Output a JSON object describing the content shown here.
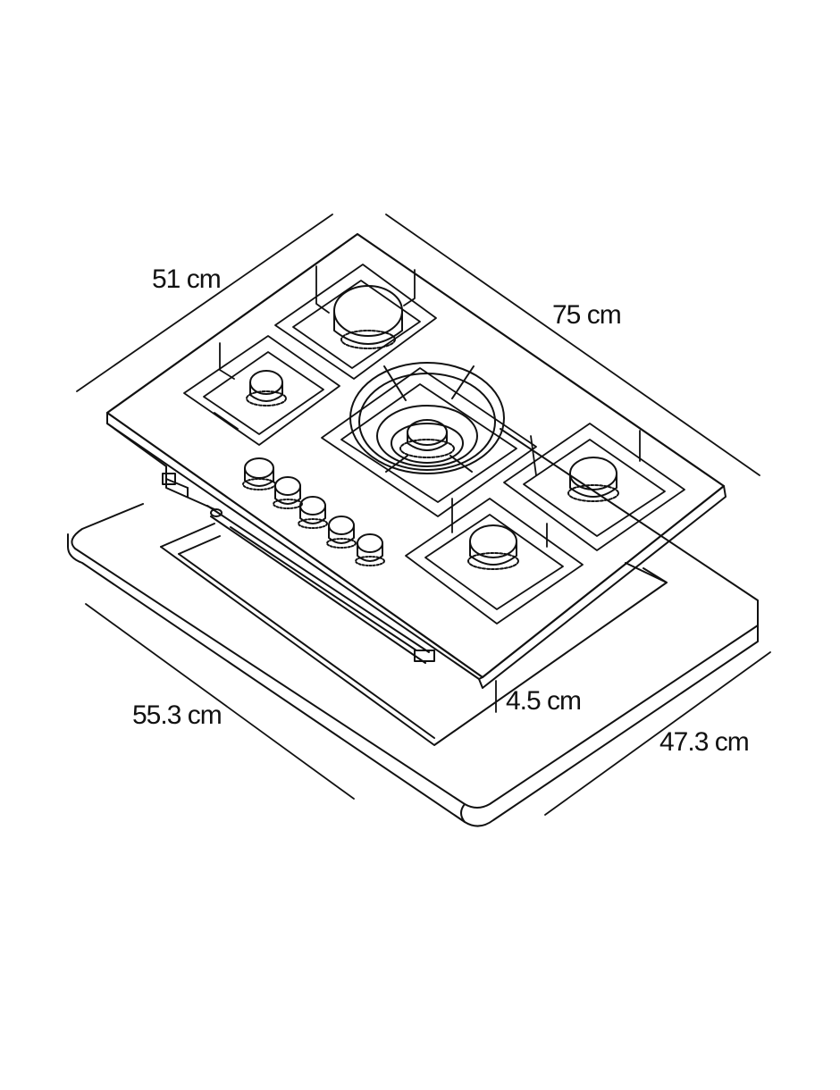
{
  "dimensions": {
    "depth_top": "51 cm",
    "width_top": "75 cm",
    "cutout_width": "55.3 cm",
    "height": "4.5 cm",
    "cutout_depth": "47.3 cm"
  },
  "colors": {
    "stroke": "#111111",
    "background": "#ffffff"
  }
}
